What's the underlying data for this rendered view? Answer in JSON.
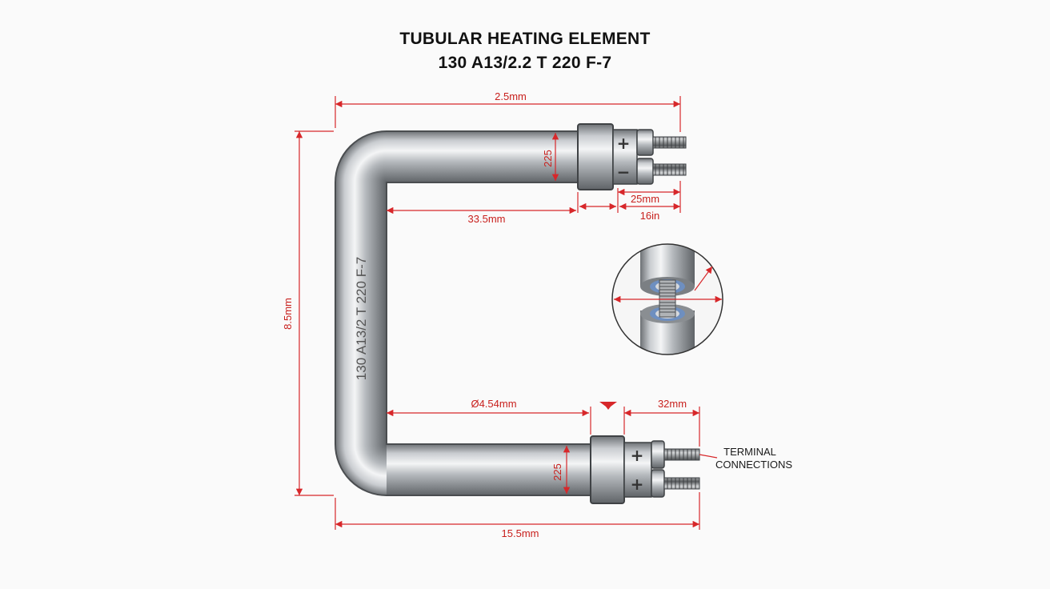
{
  "title": {
    "line1": "TUBULAR HEATING ELEMENT",
    "line2": "130 A13/2.2 T 220 F-7"
  },
  "tube_marking": "130 A13/2 T 220 F-7",
  "dimensions": {
    "top_overall": "2.5mm",
    "left_height": "8.5mm",
    "upper_inner_length": "33.5mm",
    "upper_flange": "225",
    "upper_terminal_a": "25mm",
    "upper_terminal_b": "16in",
    "lower_inner_diameter": "Ø4.54mm",
    "lower_terminal": "32mm",
    "lower_flange": "225",
    "bottom_overall": "15.5mm"
  },
  "terminals": {
    "upper_top_sign": "+",
    "upper_bottom_sign": "−",
    "lower_top_sign": "+",
    "lower_bottom_sign": "+"
  },
  "callout": {
    "line1": "TERMINAL",
    "line2": "CONNECTIONS"
  },
  "colors": {
    "dimension": "#d7272a",
    "tube": "#b9bcc0",
    "background": "#fafafa"
  }
}
